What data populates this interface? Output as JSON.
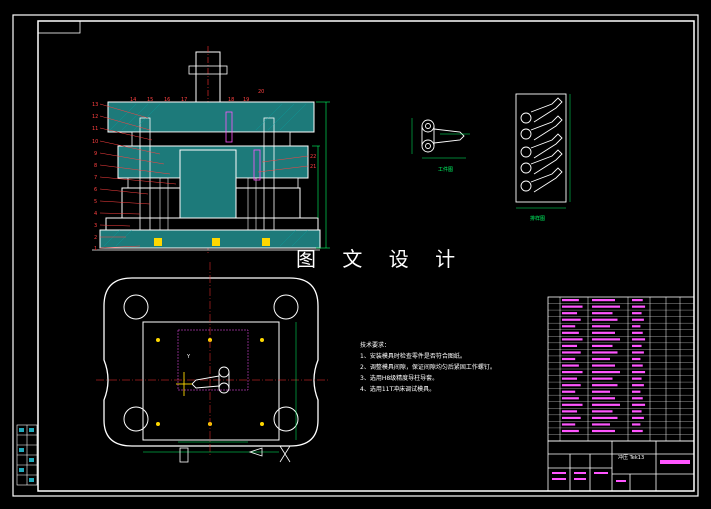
{
  "watermark": "图 文 设 计",
  "colors": {
    "background": "#000000",
    "frame": "#ffffff",
    "section_hatch": "#2aa3a3",
    "callout": "#ff4040",
    "dimension": "#00ff66",
    "centerline": "#ff3030",
    "bom_text": "#ff55ff",
    "yellow": "#ffd800"
  },
  "drawing": {
    "callouts_left": [
      "13",
      "12",
      "11",
      "10",
      "9",
      "8",
      "7",
      "6",
      "5",
      "4",
      "3",
      "2",
      "1"
    ],
    "callouts_top": [
      "14",
      "15",
      "16",
      "17",
      "18",
      "19",
      "20"
    ],
    "callouts_right": [
      "22",
      "21"
    ],
    "view_captions": [
      "工件图",
      "排样图"
    ],
    "tech_requirements": {
      "title": "技术要求：",
      "items": [
        "1、安装模具时检查零件是否符合图纸。",
        "2、调整模具间隙，保证间隙均匀后紧固工作螺钉。",
        "3、选用H8级精度导柱导套。",
        "4、选用11T冲床调试模具。"
      ]
    },
    "title_block": {
      "label_center": "冲压 Tek13"
    }
  }
}
